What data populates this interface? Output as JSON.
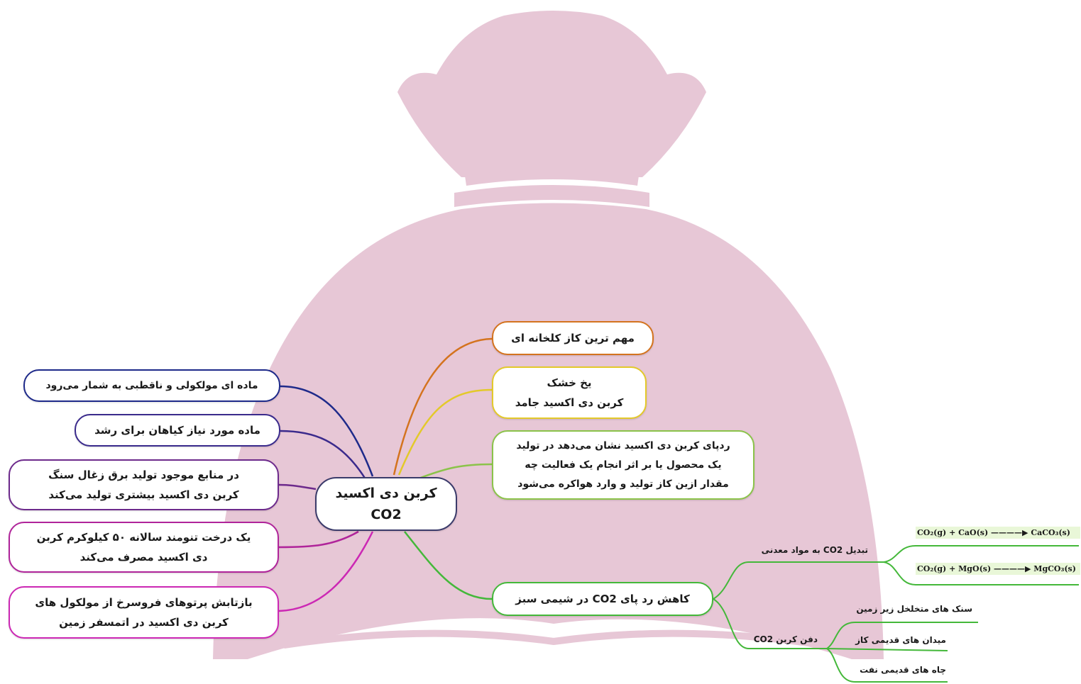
{
  "colors": {
    "background_shape": "#e7c7d6",
    "center_border": "#3b3b6b",
    "orange": "#d4731e",
    "yellow": "#e3c92a",
    "green_light": "#8bc34a",
    "green": "#44b83a",
    "navy": "#1e2a8a",
    "indigo": "#3a2a8c",
    "purple": "#6d2a8c",
    "magenta": "#b0249a",
    "pink": "#cc28b4"
  },
  "center": {
    "line1": "کربن دی اکسید",
    "line2": "CO2"
  },
  "right_nodes": [
    {
      "lines": [
        "مهم ترین کاز کلخانه ای"
      ]
    },
    {
      "lines": [
        "یخ خشک",
        "کربن دی اکسید جامد"
      ]
    },
    {
      "lines": [
        "ردپای کربن دی اکسید نشان می‌دهد در تولید",
        "یک محصول یا بر اثر انجام یک فعالیت چه",
        "مقدار ازین کاز تولید و وارد هواکره می‌شود"
      ]
    },
    {
      "lines": [
        "کاهش رد پای CO2 در شیمی سبز"
      ]
    }
  ],
  "left_nodes": [
    {
      "lines": [
        "ماده ای مولکولی و ناقطبی به شمار می‌رود"
      ]
    },
    {
      "lines": [
        "ماده مورد نیاز کیاهان برای رشد"
      ]
    },
    {
      "lines": [
        "در منابع موجود تولید برق زغال سنگ",
        "کربن دی اکسید بیشتری تولید می‌کند"
      ]
    },
    {
      "lines": [
        "یک درخت تنومند سالانه ۵۰ کیلوکرم کربن",
        "دی اکسید مصرف می‌کند"
      ]
    },
    {
      "lines": [
        "بازتابش پرتوهای  فروسرخ از مولکول های",
        "کربن دی اکسید در اتمسفر زمین"
      ]
    }
  ],
  "green_branch": {
    "convert_label": "تبدیل CO2 به مواد معدنی",
    "equations": [
      "CO₂(g) + CaO(s) ————▶ CaCO₃(s)",
      "CO₂(g) + MgO(s) ————▶ MgCO₃(s)"
    ],
    "bury_label": "دفن کربن CO2",
    "bury_items": [
      "سنک های متخلخل زیر زمین",
      "میدان های قدیمی کاز",
      "چاه های قدیمی نفت"
    ]
  }
}
